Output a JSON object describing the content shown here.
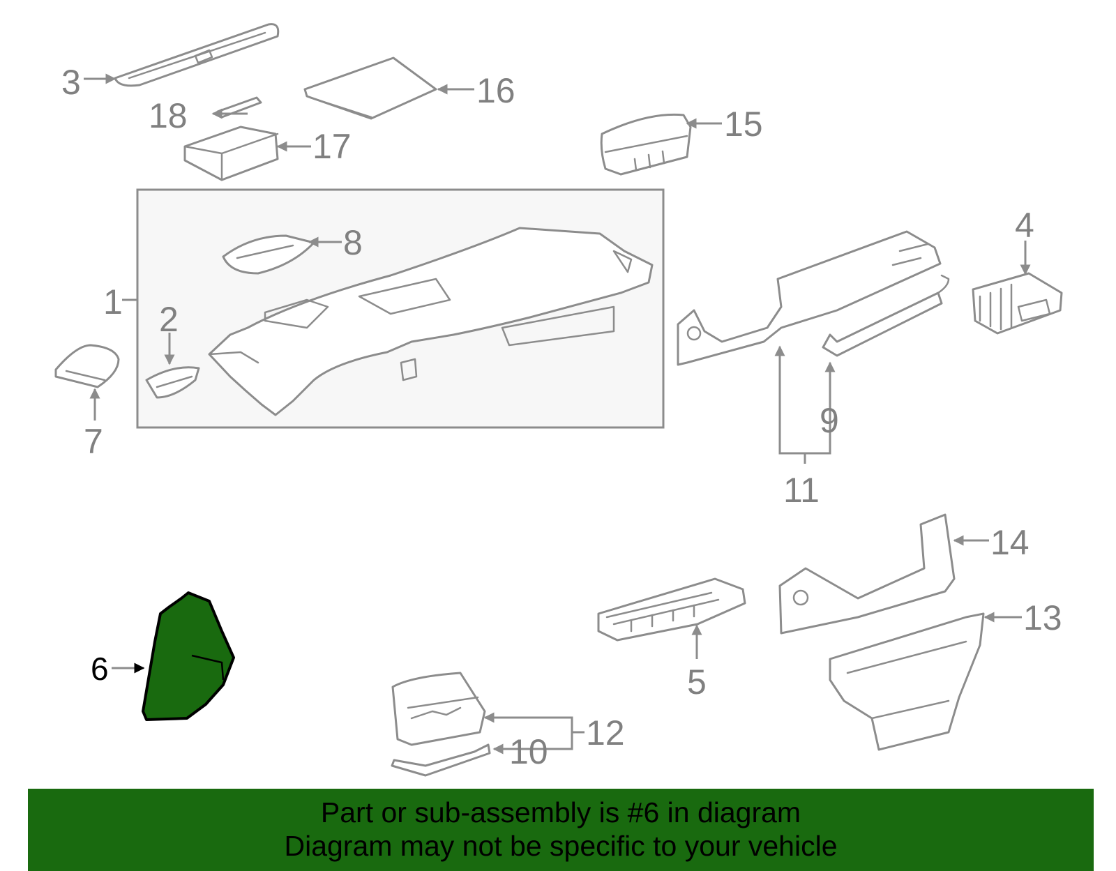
{
  "diagram": {
    "callouts": {
      "c1": "1",
      "c2": "2",
      "c3": "3",
      "c4": "4",
      "c5": "5",
      "c6": "6",
      "c7": "7",
      "c8": "8",
      "c9": "9",
      "c10": "10",
      "c11": "11",
      "c12": "12",
      "c13": "13",
      "c14": "14",
      "c15": "15",
      "c16": "16",
      "c17": "17",
      "c18": "18"
    },
    "highlight_color": "#196a0f",
    "highlighted_part": "6"
  },
  "banner": {
    "line1": "Part or sub-assembly is #6 in diagram",
    "line2": "Diagram may not be specific to your vehicle",
    "background": "#196a0f"
  }
}
